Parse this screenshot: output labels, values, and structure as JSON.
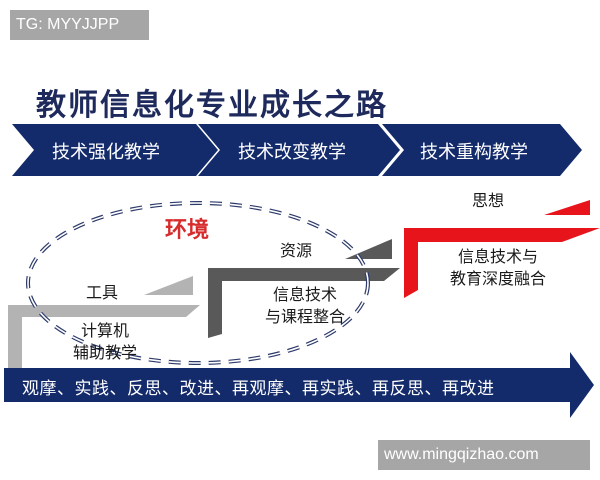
{
  "watermarks": {
    "top": "TG: MYYJJPP",
    "bottom": "www.mingqizhao.com"
  },
  "title": "教师信息化专业成长之路",
  "stages": [
    {
      "label": "技术强化教学"
    },
    {
      "label": "技术改变教学"
    },
    {
      "label": "技术重构教学"
    }
  ],
  "environment_label": "环境",
  "steps": [
    {
      "level_label": "工具",
      "content": [
        "计算机",
        "辅助教学"
      ],
      "color": "#b3b3b3"
    },
    {
      "level_label": "资源",
      "content": [
        "信息技术",
        "与课程整合"
      ],
      "color": "#595959"
    },
    {
      "level_label": "思想",
      "content": [
        "信息技术与",
        "教育深度融合"
      ],
      "color": "#e8141b"
    }
  ],
  "process_arrow": {
    "label": "观摩、实践、反思、改进、再观摩、再实践、再反思、再改进",
    "color": "#142b6b"
  },
  "colors": {
    "navy": "#142b6b",
    "title": "#1f2a5c",
    "accent_red": "#e8141b",
    "env_red": "#d62c2c"
  }
}
